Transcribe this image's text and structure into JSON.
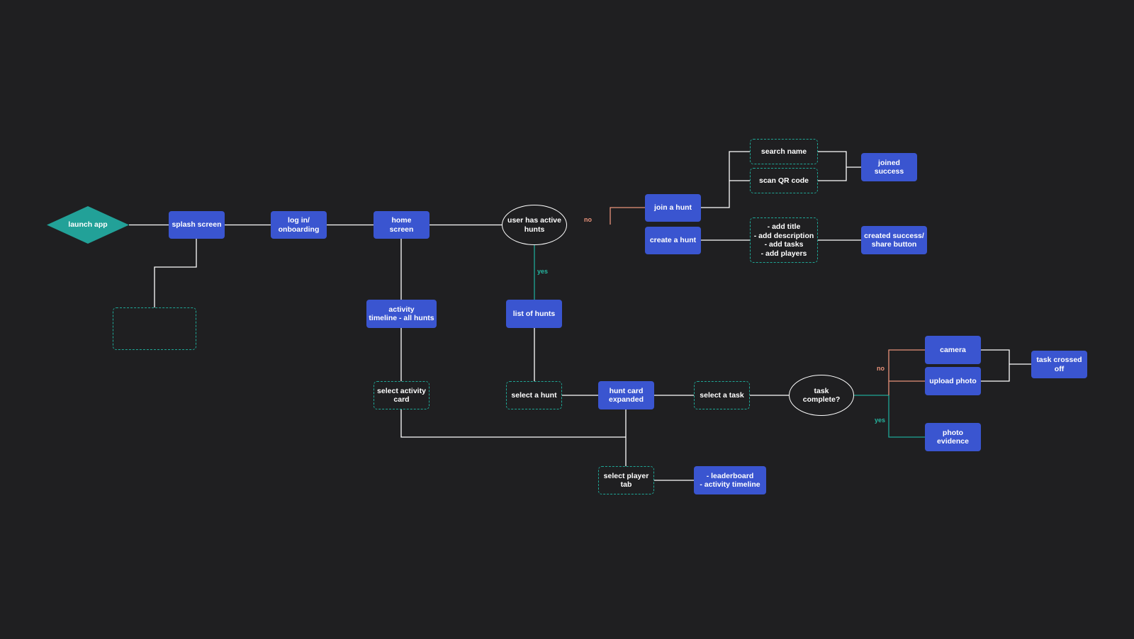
{
  "colors": {
    "background": "#1f1f21",
    "process_box": "#3a55d0",
    "start_diamond": "#22a198",
    "dashed_border": "#1fa796",
    "edge_white": "#ffffff",
    "edge_teal": "#1fa796",
    "edge_salmon": "#e8927a"
  },
  "nodes": {
    "launch_app": "launch app",
    "splash_screen": "splash screen",
    "log_in": "log in/\nonboarding",
    "home_screen": "home\nscreen",
    "user_has_active_hunts": "user has active\nhunts",
    "join_a_hunt": "join a hunt",
    "create_a_hunt": "create a hunt",
    "search_name": "search name",
    "scan_qr_code": "scan QR code",
    "joined_success": "joined\nsuccess",
    "add_details": "- add title\n- add description\n- add tasks\n- add players",
    "created_success": "created success/\nshare button",
    "empty_placeholder": "",
    "activity_timeline": "activity\ntimeline - all hunts",
    "list_of_hunts": "list of hunts",
    "select_activity_card": "select activity\ncard",
    "select_a_hunt": "select a hunt",
    "hunt_card_expanded": "hunt card\nexpanded",
    "select_a_task": "select a task",
    "task_complete": "task\ncomplete?",
    "camera": "camera",
    "upload_photo": "upload photo",
    "task_crossed_off": "task crossed\noff",
    "photo_evidence": "photo\nevidence",
    "select_player_tab": "select player\ntab",
    "leaderboard": "- leaderboard\n- activity timeline"
  },
  "labels": {
    "no_active": "no",
    "yes_active": "yes",
    "no_task": "no",
    "yes_task": "yes"
  }
}
